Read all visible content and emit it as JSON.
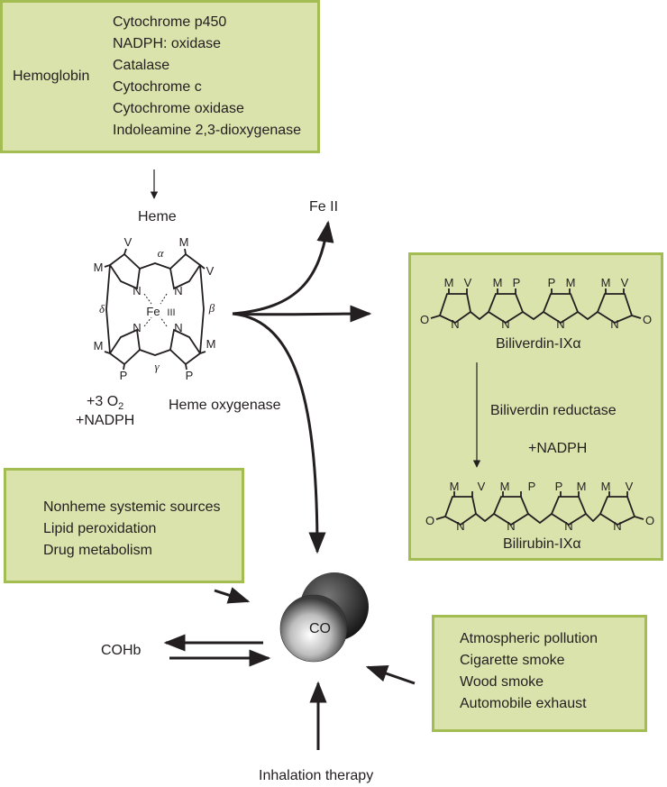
{
  "top_box": {
    "left_label": "Hemoglobin",
    "items": [
      "Cytochrome p450",
      "NADPH: oxidase",
      "Catalase",
      "Cytochrome c",
      "Cytochrome oxidase",
      "Indoleamine 2,3-dioxygenase"
    ]
  },
  "heme": {
    "label": "Heme",
    "atoms": {
      "fe": "Fe",
      "fe_ox": "III",
      "n": "N",
      "m": "M",
      "v": "V",
      "p": "P"
    },
    "greek": {
      "alpha": "α",
      "beta": "β",
      "gamma": "γ",
      "delta": "δ"
    }
  },
  "reagents": {
    "o2": "+3 O",
    "o2_sub": "2",
    "nadph": "+NADPH"
  },
  "heme_oxygenase": "Heme oxygenase",
  "fe2": "Fe II",
  "bile_box": {
    "biliverdin": "Biliverdin-IXα",
    "reductase": "Biliverdin reductase",
    "nadph": "+NADPH",
    "bilirubin": "Bilirubin-IXα",
    "o_label": "O",
    "n_label": "N",
    "verdin_groups": [
      "M",
      "V",
      "M",
      "P",
      "P",
      "M",
      "M",
      "V"
    ],
    "rubin_groups": [
      "M",
      "V",
      "M",
      "P",
      "P",
      "M",
      "M",
      "V"
    ]
  },
  "nonheme_box": {
    "items": [
      "Nonheme systemic sources",
      "Lipid peroxidation",
      "Drug metabolism"
    ]
  },
  "co": "CO",
  "cohb": "COHb",
  "env_box": {
    "items": [
      "Atmospheric pollution",
      "Cigarette smoke",
      "Wood smoke",
      "Automobile exhaust"
    ]
  },
  "inhalation": "Inhalation therapy",
  "colors": {
    "box_fill": "#dbe3ad",
    "box_border": "#a3bd52",
    "ink": "#231f20"
  }
}
